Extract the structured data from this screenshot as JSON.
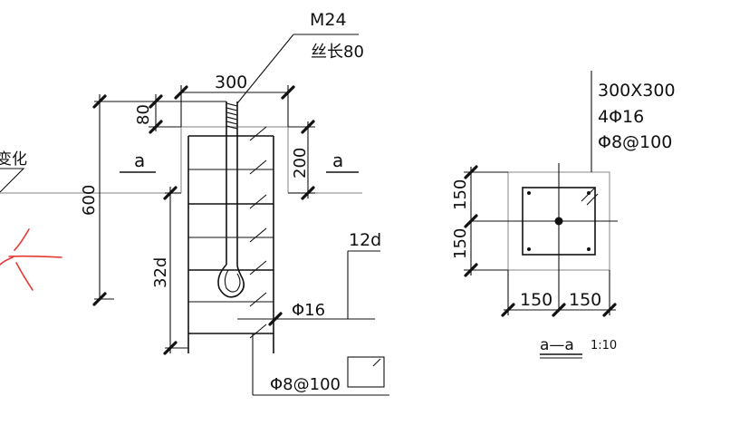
{
  "labels": {
    "bolt": "M24",
    "thread": "丝长80",
    "width_300": "300",
    "dim_80": "80",
    "dim_200": "200",
    "dim_600": "600",
    "dim_32d": "32d",
    "dim_12d": "12d",
    "rebar_main": "Φ16",
    "stirrup": "Φ8@100",
    "section_left": "a",
    "section_right": "a",
    "partial_text": "变化",
    "spec_size": "300X300",
    "spec_main": "4Φ16",
    "spec_stirrup": "Φ8@100",
    "sec_dim_150_top": "150",
    "sec_dim_150_bottom": "150",
    "sec_dim_150_left": "150",
    "sec_dim_150_right": "150",
    "section_title": "a—a",
    "section_scale": "1:10"
  },
  "colors": {
    "line": "#111111",
    "concrete_outline": "#9a9a9a",
    "markup_red": "#e53935"
  }
}
